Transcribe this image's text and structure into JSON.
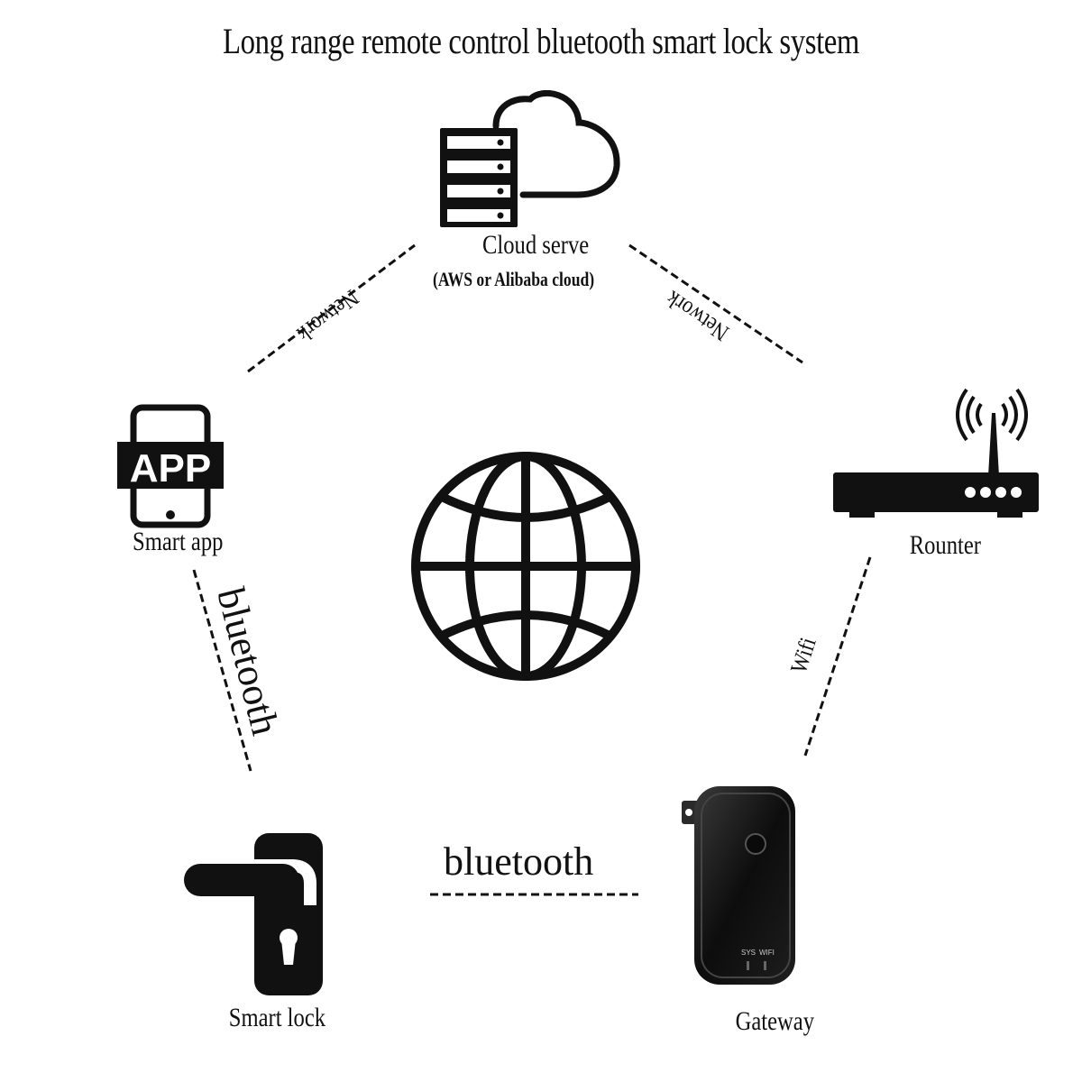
{
  "title": "Long range remote control bluetooth smart lock system",
  "nodes": {
    "cloud": {
      "label": "Cloud serve",
      "sublabel": "(AWS or Alibaba cloud)",
      "icon": "cloud-server-icon"
    },
    "router": {
      "label": "Rounter",
      "icon": "router-icon"
    },
    "gateway": {
      "label": "Gateway",
      "icon": "gateway-device-icon",
      "led_labels": [
        "SYS",
        "WIFI"
      ]
    },
    "smart_lock": {
      "label": "Smart lock",
      "icon": "door-handle-lock-icon"
    },
    "smart_app": {
      "label": "Smart app",
      "icon": "phone-app-icon",
      "badge": "APP"
    },
    "center": {
      "icon": "globe-icon"
    }
  },
  "links": {
    "app_cloud": {
      "label": "Network",
      "from": "smart_app",
      "to": "cloud"
    },
    "cloud_router": {
      "label": "Network",
      "from": "cloud",
      "to": "router"
    },
    "router_gateway": {
      "label": "Wifi",
      "from": "router",
      "to": "gateway"
    },
    "gateway_lock": {
      "label": "bluetooth",
      "from": "gateway",
      "to": "smart_lock"
    },
    "lock_app": {
      "label": "bluetooth",
      "from": "smart_lock",
      "to": "smart_app"
    }
  }
}
